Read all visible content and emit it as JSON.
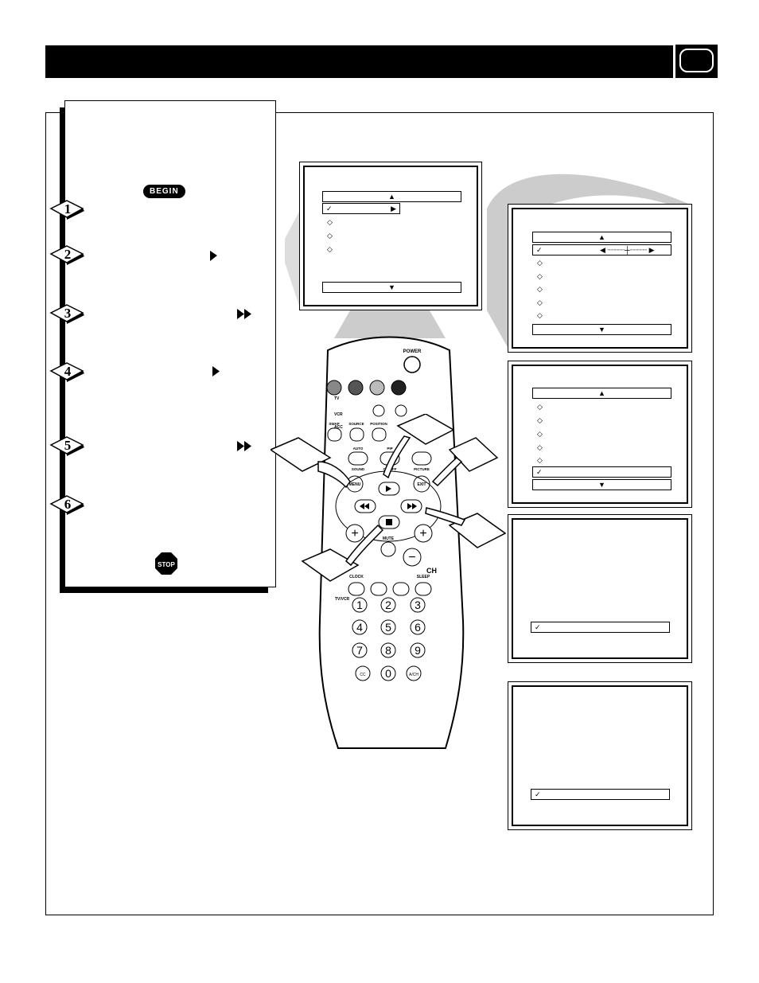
{
  "header": {
    "title": "",
    "tv_icon": "tv-screen-icon"
  },
  "steps": {
    "begin_badge": "BEGIN",
    "stop_badge": "STOP",
    "numbers": [
      "1",
      "2",
      "3",
      "4",
      "5",
      "6"
    ]
  },
  "remote": {
    "power": "POWER",
    "modes": [
      "TV",
      "VCR",
      "ACC"
    ],
    "row1": [
      "SWAP",
      "SOURCE",
      "POSITION"
    ],
    "row2": [
      "AUTO",
      "PIP",
      "ON/OFF",
      "PICTURE",
      "SOUND"
    ],
    "nav": [
      "MENU",
      "EXIT"
    ],
    "mute": "MUTE",
    "ch": "CH",
    "row3": [
      "CLOCK",
      "SLEEP"
    ],
    "tvvcr": "TV/VCR",
    "digits": [
      "1",
      "2",
      "3",
      "4",
      "5",
      "6",
      "7",
      "8",
      "9",
      "CC",
      "0",
      "A/CH"
    ]
  }
}
